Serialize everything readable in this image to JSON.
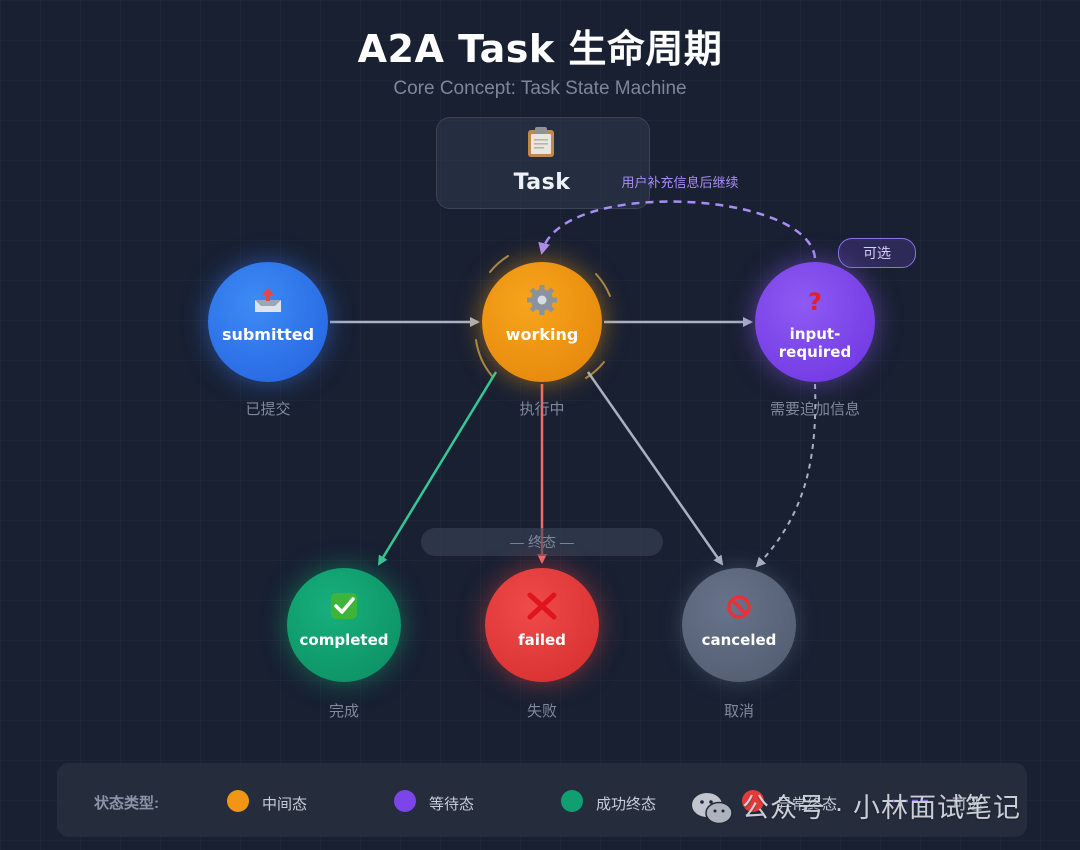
{
  "header": {
    "title": "A2A Task 生命周期",
    "subtitle": "Core Concept: Task State Machine"
  },
  "task_box": {
    "icon": "clipboard-icon",
    "label": "Task"
  },
  "loop_label": "用户补充信息后继续",
  "optional_badge": "可选",
  "terminal_label": "— 终态 —",
  "states": {
    "submitted": {
      "name": "submitted",
      "sub": "已提交",
      "icon": "inbox-tray-icon",
      "color": "#2f74eb"
    },
    "working": {
      "name": "working",
      "sub": "执行中",
      "icon": "gear-icon",
      "color": "#f09614"
    },
    "input_required": {
      "name": "input-required",
      "sub": "需要追加信息",
      "icon": "question-mark-icon",
      "color": "#7c45ea"
    },
    "completed": {
      "name": "completed",
      "sub": "完成",
      "icon": "check-mark-icon",
      "color": "#10a070"
    },
    "failed": {
      "name": "failed",
      "sub": "失败",
      "icon": "cross-mark-icon",
      "color": "#e43a3a"
    },
    "canceled": {
      "name": "canceled",
      "sub": "取消",
      "icon": "prohibited-icon",
      "color": "#5c677c"
    }
  },
  "legend": {
    "title": "状态类型:",
    "items": [
      {
        "label": "中间态",
        "color": "#f09614"
      },
      {
        "label": "等待态",
        "color": "#7c45ea"
      },
      {
        "label": "成功终态",
        "color": "#10a070"
      },
      {
        "label": "异常终态",
        "color": "#e43a3a"
      },
      {
        "label": "可选",
        "color": "#8c72e6"
      }
    ]
  },
  "watermark": {
    "text": "公众号 · 小林面试笔记",
    "icon": "wechat-icon"
  }
}
